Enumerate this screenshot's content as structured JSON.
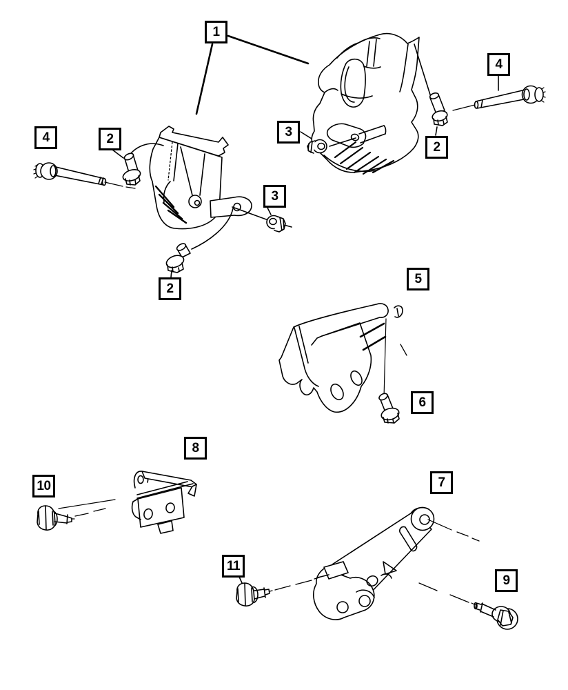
{
  "diagram": {
    "type": "exploded-parts-line-drawing",
    "background_color": "#ffffff",
    "line_color": "#000000",
    "callouts": [
      {
        "label": "1",
        "points_to": "engine-mount-brackets-left-and-right"
      },
      {
        "label": "4",
        "points_to": "long-through-bolt-left"
      },
      {
        "label": "2",
        "points_to": "small-flange-bolt-upper-left"
      },
      {
        "label": "3",
        "points_to": "flange-nut-left"
      },
      {
        "label": "2",
        "points_to": "small-flange-bolt-lower-left"
      },
      {
        "label": "3",
        "points_to": "flange-nut-right"
      },
      {
        "label": "2",
        "points_to": "small-flange-bolt-right"
      },
      {
        "label": "4",
        "points_to": "long-through-bolt-right"
      },
      {
        "label": "5",
        "points_to": "support-bracket"
      },
      {
        "label": "6",
        "points_to": "support-bracket-bolt"
      },
      {
        "label": "8",
        "points_to": "transmission-mount"
      },
      {
        "label": "10",
        "points_to": "transmission-mount-bolt"
      },
      {
        "label": "7",
        "points_to": "support-strut"
      },
      {
        "label": "11",
        "points_to": "strut-bolt-left"
      },
      {
        "label": "9",
        "points_to": "strut-bolt-right"
      }
    ]
  }
}
